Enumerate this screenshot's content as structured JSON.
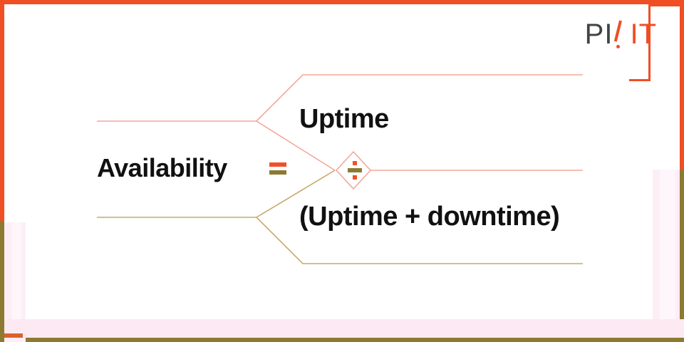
{
  "brand": {
    "logo_part_1": "PI",
    "logo_icon": "v-checkmark-dot-icon",
    "logo_part_2": "IT",
    "logo_full": "PIVIT"
  },
  "formula": {
    "left_term": "Availability",
    "equals_symbol": "=",
    "numerator": "Uptime",
    "divide_symbol": "÷",
    "denominator": "(Uptime + downtime)"
  },
  "colors": {
    "accent_orange": "#f04e23",
    "accent_olive": "#8c7a32",
    "line_salmon": "#f2a898",
    "line_tan": "#c9a86a",
    "text_dark": "#111111",
    "logo_gray": "#3f4447",
    "wash_pink": "#fdeef6",
    "background": "#ffffff"
  },
  "diagram": {
    "type": "equation-bracket-diagram",
    "description": "Availability equals Uptime divided by (Uptime + downtime)",
    "upper_branch_label": "Uptime",
    "lower_branch_label": "(Uptime + downtime)",
    "branch_operator": "divide"
  }
}
